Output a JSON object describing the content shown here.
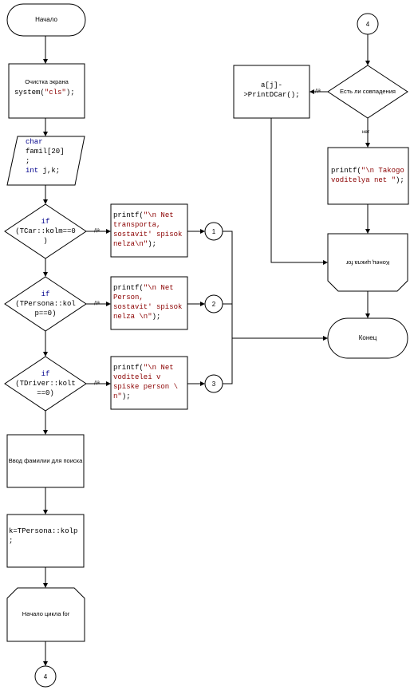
{
  "start": {
    "label": "Начало"
  },
  "clear": {
    "title": "Очистка экрана",
    "code_a": "system(",
    "code_str": "\"cls\"",
    "code_b": ");"
  },
  "decl": {
    "kw_char": "char",
    "line2": "famil[20]",
    "line3": ";",
    "kw_int": "int",
    "line4": " j,k;"
  },
  "cond1": {
    "kw": "if",
    "line2": "(TCar::kolm==0",
    "line3": ")"
  },
  "cond2": {
    "kw": "if",
    "line2": "(TPersona::kol",
    "line3": "p==0)"
  },
  "cond3": {
    "kw": "if",
    "line2": "(TDriver::kolt",
    "line3": "==0)"
  },
  "out1": {
    "fn": "printf(",
    "l1": "\"\\n Net",
    "l2": "transporta,",
    "l3": "sostavit' spisok",
    "l4": "nelza\\n\"",
    "end": ");"
  },
  "out2": {
    "fn": "printf(",
    "l1": "\"\\n Net",
    "l2": "Person,",
    "l3": "sostavit' spisok",
    "l4": "nelza \\n\"",
    "end": ");"
  },
  "out3": {
    "fn": "printf(",
    "l1": "\"\\n Net",
    "l2": "voditelei v",
    "l3": "spiske person \\",
    "l4": "n\"",
    "end": ");"
  },
  "yes_label": "да",
  "no_label": "нет",
  "connectors": {
    "c1": "1",
    "c2": "2",
    "c3": "3",
    "c4_top": "4",
    "c4_bottom": "4"
  },
  "input_surname": {
    "label": "Ввод фамилии для поиска"
  },
  "assign": {
    "line1": "k=TPersona::kolp",
    "line2": ";"
  },
  "loop_begin": {
    "label": "Начало цикла for"
  },
  "print_car": {
    "line1": "a[j]-",
    "line2": ">PrintDCar();"
  },
  "match_cond": {
    "label": "Есть ли совпадения"
  },
  "not_found": {
    "fn": "printf(",
    "str1": "\"\\n Takogo",
    "str2": "voditelya net \"",
    "end": ");"
  },
  "loop_end": {
    "label": "Конец цикла for"
  },
  "end": {
    "label": "Конец"
  }
}
